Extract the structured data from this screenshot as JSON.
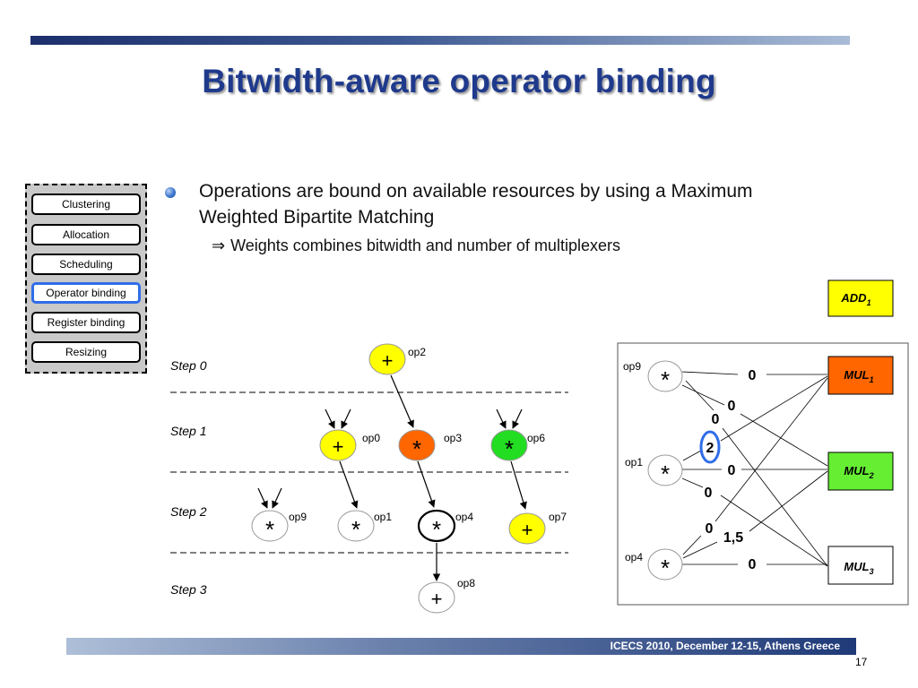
{
  "title": "Bitwidth-aware operator binding",
  "flow_steps": [
    {
      "label": "Clustering",
      "active": false
    },
    {
      "label": "Allocation",
      "active": false
    },
    {
      "label": "Scheduling",
      "active": false
    },
    {
      "label": "Operator binding",
      "active": true
    },
    {
      "label": "Register binding",
      "active": false
    },
    {
      "label": "Resizing",
      "active": false
    }
  ],
  "bullet": {
    "text": "Operations are bound on available resources by using a Maximum Weighted Bipartite Matching",
    "sub": "Weights combines bitwidth and number of multiplexers"
  },
  "schedule": {
    "steps": [
      "Step 0",
      "Step 1",
      "Step 2",
      "Step 3"
    ],
    "ops": [
      {
        "id": "op2",
        "symbol": "+",
        "color": "#ffff00"
      },
      {
        "id": "op0",
        "symbol": "+",
        "color": "#ffff00"
      },
      {
        "id": "op3",
        "symbol": "*",
        "color": "#ff6600"
      },
      {
        "id": "op6",
        "symbol": "*",
        "color": "#33dd33"
      },
      {
        "id": "op9",
        "symbol": "*",
        "color": "#ffffff"
      },
      {
        "id": "op1",
        "symbol": "*",
        "color": "#ffffff"
      },
      {
        "id": "op4",
        "symbol": "*",
        "color": "#ffffff"
      },
      {
        "id": "op7",
        "symbol": "+",
        "color": "#ffff00"
      },
      {
        "id": "op8",
        "symbol": "+",
        "color": "#ffffff"
      }
    ]
  },
  "resources": {
    "add": {
      "name": "ADD",
      "sub": "1",
      "color": "#ffff00"
    },
    "mul": [
      {
        "name": "MUL",
        "sub": "1",
        "color": "#ff6600"
      },
      {
        "name": "MUL",
        "sub": "2",
        "color": "#66ee33"
      },
      {
        "name": "MUL",
        "sub": "3",
        "color": "#ffffff"
      }
    ]
  },
  "bipartite": {
    "ops": [
      "op9",
      "op1",
      "op4"
    ],
    "weights": [
      "0",
      "0",
      "0",
      "2",
      "0",
      "0",
      "0",
      "1,5",
      "0"
    ],
    "highlight_weight": "2",
    "highlight_color": "#2f6de8"
  },
  "footer": "ICECS 2010, December 12-15, Athens Greece",
  "page_number": "17"
}
